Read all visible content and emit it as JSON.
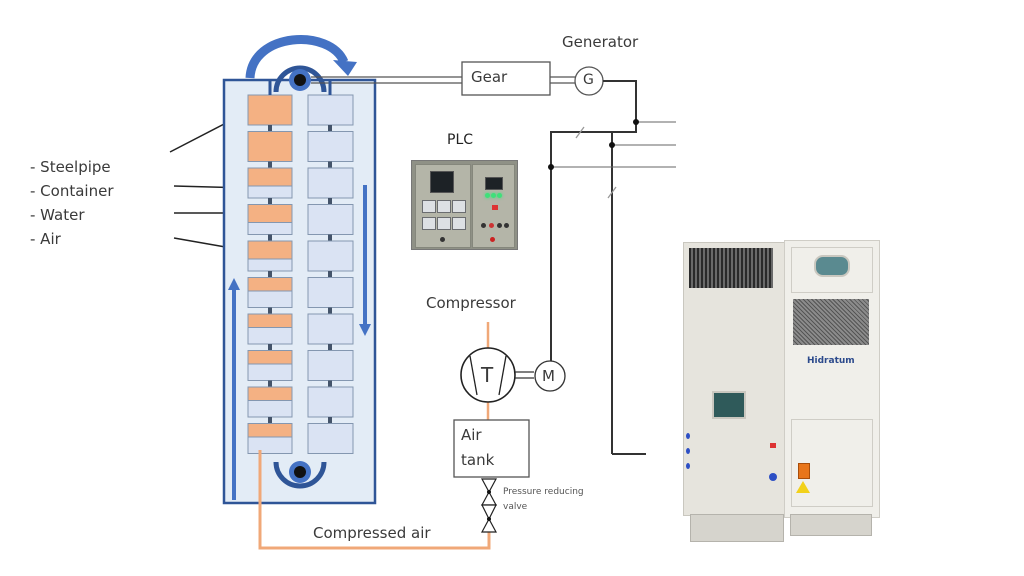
{
  "legend": {
    "items": [
      "- Steelpipe",
      "- Container",
      "- Water",
      "- Air"
    ]
  },
  "labels": {
    "gear": "Gear",
    "generator": "Generator",
    "generator_symbol": "G",
    "plc": "PLC",
    "compressor": "Compressor",
    "turbine_symbol": "T",
    "motor_symbol": "M",
    "air_tank": [
      "Air",
      "tank"
    ],
    "pressure_reducing_valve": [
      "Pressure reducing",
      "valve"
    ],
    "compressed_air": "Compressed air"
  },
  "product": {
    "brand": "Hidratum"
  },
  "colors": {
    "column_fill": "#e3ecf6",
    "column_border": "#2f5597",
    "container_orange": "#f4b183",
    "container_light": "#dae3f3",
    "arrow_blue": "#4472c4",
    "air_line": "#f0a878",
    "wire": "#333333"
  }
}
